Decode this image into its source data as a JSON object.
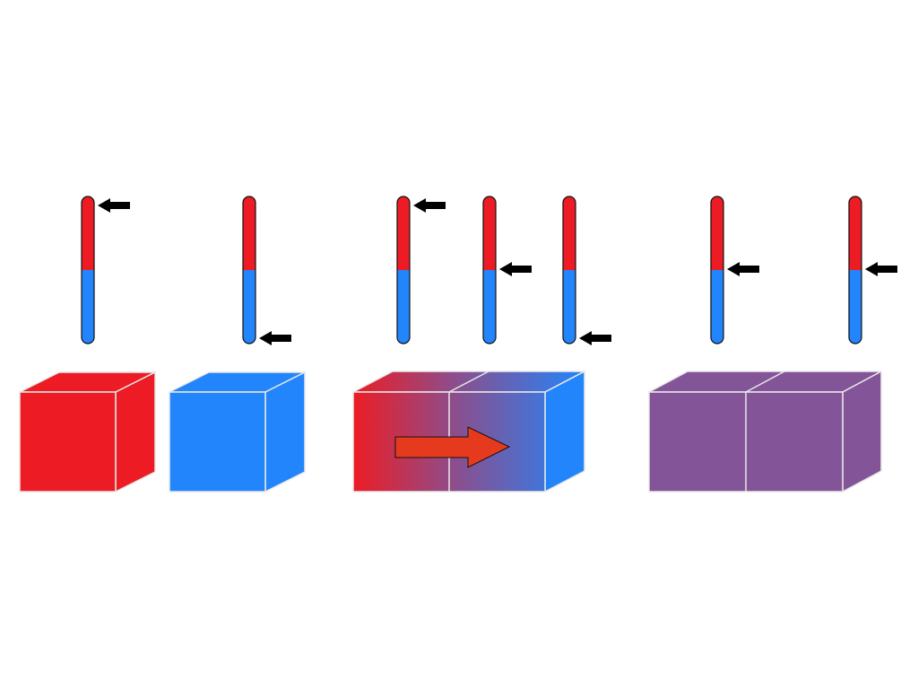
{
  "colors": {
    "hot": "#ED1C24",
    "cold": "#2285FB",
    "mixed": "#845499",
    "arrow": "#E63A1E",
    "pointer": "#000000",
    "edge": "#E8E8E8"
  },
  "thermometers": [
    {
      "group": "hot-block",
      "fill_fraction": 0.5,
      "reading": "high"
    },
    {
      "group": "cold-block",
      "fill_fraction": 0.5,
      "reading": "low"
    },
    {
      "group": "contact-hot-side",
      "fill_fraction": 0.5,
      "reading": "high"
    },
    {
      "group": "contact-middle",
      "fill_fraction": 0.5,
      "reading": "mid"
    },
    {
      "group": "contact-cold-side",
      "fill_fraction": 0.5,
      "reading": "low"
    },
    {
      "group": "equilibrium-left",
      "fill_fraction": 0.5,
      "reading": "mid"
    },
    {
      "group": "equilibrium-right",
      "fill_fraction": 0.5,
      "reading": "mid"
    }
  ],
  "blocks": [
    {
      "name": "hot-block",
      "units": 1,
      "fill": "hot"
    },
    {
      "name": "cold-block",
      "units": 1,
      "fill": "cold"
    },
    {
      "name": "contact-block",
      "units": 2,
      "fill": "gradient",
      "heat_flow_arrow": "right"
    },
    {
      "name": "equilibrium-block",
      "units": 2,
      "fill": "mixed"
    }
  ]
}
